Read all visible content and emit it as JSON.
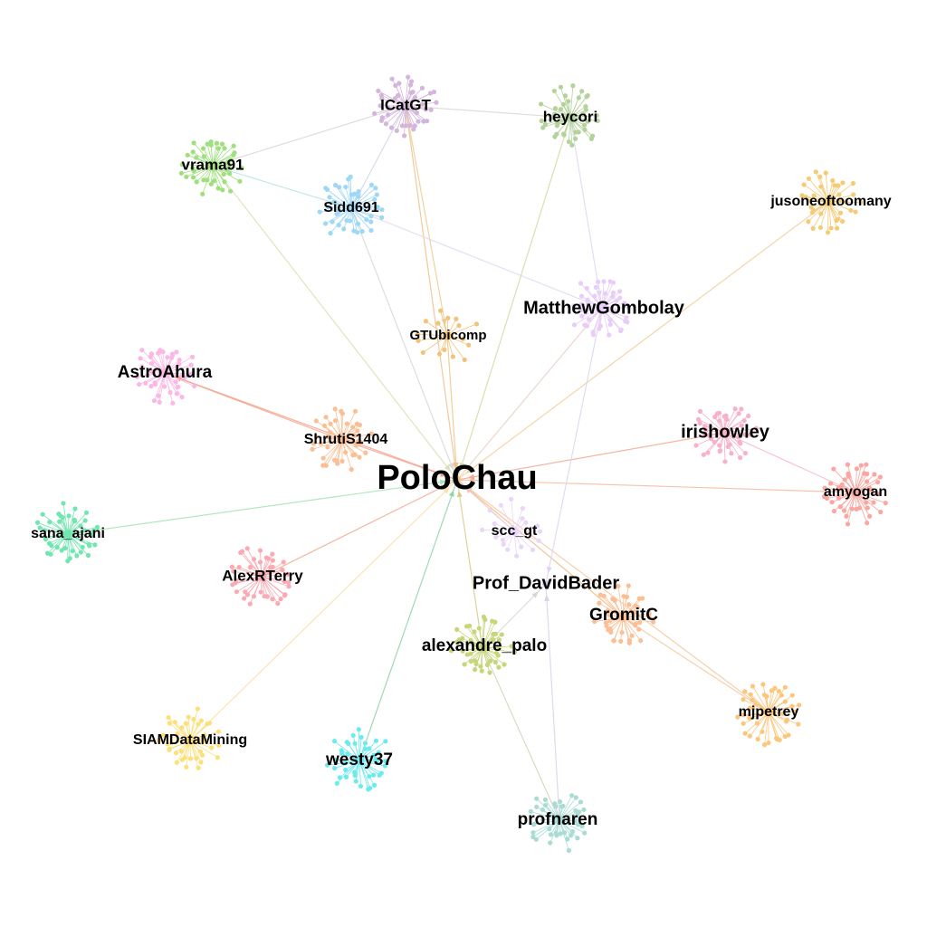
{
  "nodes": [
    {
      "id": "PoloChau",
      "label": "PoloChau",
      "color": "#f2c37a",
      "spokes": 0
    },
    {
      "id": "ICatGT",
      "label": "ICatGT",
      "color": "#d4b5dc",
      "spokes": 40
    },
    {
      "id": "heycori",
      "label": "heycori",
      "color": "#b3d39a",
      "spokes": 40
    },
    {
      "id": "vrama91",
      "label": "vrama91",
      "color": "#9fe07e",
      "spokes": 40
    },
    {
      "id": "Sidd691",
      "label": "Sidd691",
      "color": "#9fd7f7",
      "spokes": 40
    },
    {
      "id": "jusoneoftoomany",
      "label": "jusoneoftoomany",
      "color": "#f4cc78",
      "spokes": 36
    },
    {
      "id": "MatthewGombolay",
      "label": "MatthewGombolay",
      "color": "#e7cdf8",
      "spokes": 40
    },
    {
      "id": "GTUbicomp",
      "label": "GTUbicomp",
      "color": "#f2c37a",
      "spokes": 16
    },
    {
      "id": "AstroAhura",
      "label": "AstroAhura",
      "color": "#fbb8e6",
      "spokes": 40
    },
    {
      "id": "ShrutiS1404",
      "label": "ShrutiS1404",
      "color": "#fbbf95",
      "spokes": 40
    },
    {
      "id": "irishowley",
      "label": "irishowley",
      "color": "#f7b2c9",
      "spokes": 40
    },
    {
      "id": "amyogan",
      "label": "amyogan",
      "color": "#fba6a0",
      "spokes": 40
    },
    {
      "id": "sana_ajani",
      "label": "sana_ajani",
      "color": "#72e6b1",
      "spokes": 40
    },
    {
      "id": "scc_gt",
      "label": "scc_gt",
      "color": "#ead6f8",
      "spokes": 18
    },
    {
      "id": "AlexRTerry",
      "label": "AlexRTerry",
      "color": "#fbaab3",
      "spokes": 40
    },
    {
      "id": "Prof_DavidBader",
      "label": "Prof_DavidBader",
      "color": "#d5c9e8",
      "spokes": 0
    },
    {
      "id": "GromitC",
      "label": "GromitC",
      "color": "#fbbf95",
      "spokes": 40
    },
    {
      "id": "alexandre_palo",
      "label": "alexandre_palo",
      "color": "#c7d67b",
      "spokes": 40
    },
    {
      "id": "mjpetrey",
      "label": "mjpetrey",
      "color": "#fbc77c",
      "spokes": 40
    },
    {
      "id": "SIAMDataMining",
      "label": "SIAMDataMining",
      "color": "#fde07a",
      "spokes": 40
    },
    {
      "id": "westy37",
      "label": "westy37",
      "color": "#6beaf0",
      "spokes": 40
    },
    {
      "id": "profnaren",
      "label": "profnaren",
      "color": "#a9dcd5",
      "spokes": 40
    }
  ],
  "edges": [
    {
      "from": "AstroAhura",
      "to": "PoloChau",
      "color": "#f6a48c"
    },
    {
      "from": "ShrutiS1404",
      "to": "PoloChau",
      "color": "#f6a48c"
    },
    {
      "from": "sana_ajani",
      "to": "PoloChau",
      "color": "#a6e3b8"
    },
    {
      "from": "AlexRTerry",
      "to": "PoloChau",
      "color": "#f5a890"
    },
    {
      "from": "SIAMDataMining",
      "to": "PoloChau",
      "color": "#fbe0a0"
    },
    {
      "from": "westy37",
      "to": "PoloChau",
      "color": "#8fd3a6"
    },
    {
      "from": "alexandre_palo",
      "to": "PoloChau",
      "color": "#d9c98a"
    },
    {
      "from": "GromitC",
      "to": "PoloChau",
      "color": "#f2b880"
    },
    {
      "from": "mjpetrey",
      "to": "PoloChau",
      "color": "#f7c79a"
    },
    {
      "from": "amyogan",
      "to": "PoloChau",
      "color": "#f7b9a0"
    },
    {
      "from": "irishowley",
      "to": "PoloChau",
      "color": "#f4a994"
    },
    {
      "from": "jusoneoftoomany",
      "to": "PoloChau",
      "color": "#f5cd9a"
    },
    {
      "from": "MatthewGombolay",
      "to": "PoloChau",
      "color": "#e8d0c8"
    },
    {
      "from": "GTUbicomp",
      "to": "PoloChau",
      "color": "#f0c58a"
    },
    {
      "from": "ICatGT",
      "to": "PoloChau",
      "color": "#f0c08a"
    },
    {
      "from": "heycori",
      "to": "PoloChau",
      "color": "#d8d7a8"
    },
    {
      "from": "vrama91",
      "to": "PoloChau",
      "color": "#e0dcb0"
    },
    {
      "from": "Sidd691",
      "to": "PoloChau",
      "color": "#d8d8d8"
    },
    {
      "from": "scc_gt",
      "to": "PoloChau",
      "color": "#eac8c0"
    },
    {
      "from": "profnaren",
      "to": "Prof_DavidBader",
      "color": "#d9d2ee"
    },
    {
      "from": "profnaren",
      "to": "alexandre_palo",
      "color": "#d8d2b8"
    },
    {
      "from": "alexandre_palo",
      "to": "Prof_DavidBader",
      "color": "#d6d6d6"
    },
    {
      "from": "MatthewGombolay",
      "to": "Prof_DavidBader",
      "color": "#e0d2f4"
    },
    {
      "from": "GromitC",
      "to": "mjpetrey",
      "color": "#f7c79a"
    },
    {
      "from": "ICatGT",
      "to": "heycori",
      "color": "#e0d6d0"
    },
    {
      "from": "ICatGT",
      "to": "vrama91",
      "color": "#dcd6d0"
    },
    {
      "from": "ICatGT",
      "to": "Sidd691",
      "color": "#d0d6e6"
    },
    {
      "from": "ICatGT",
      "to": "GTUbicomp",
      "color": "#f0c890"
    },
    {
      "from": "vrama91",
      "to": "Sidd691",
      "color": "#b8e6e0"
    },
    {
      "from": "Sidd691",
      "to": "MatthewGombolay",
      "color": "#e2d6f6"
    },
    {
      "from": "heycori",
      "to": "MatthewGombolay",
      "color": "#e2d6f6"
    },
    {
      "from": "irishowley",
      "to": "amyogan",
      "color": "#f7b9c6"
    },
    {
      "from": "ShrutiS1404",
      "to": "AstroAhura",
      "color": "#f6a48c"
    }
  ]
}
